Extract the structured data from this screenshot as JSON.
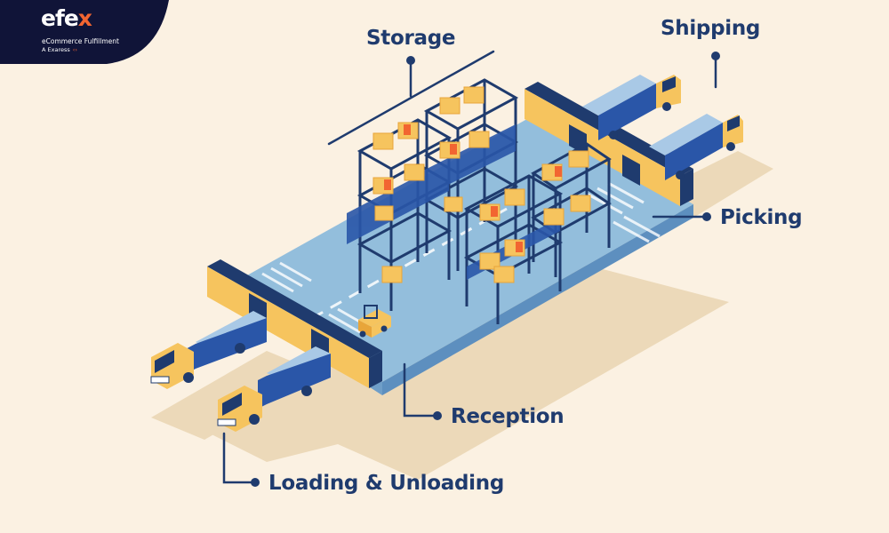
{
  "brand": {
    "name_main": "efe",
    "name_accent": "x",
    "tagline": "eCommerce Fulfillment",
    "sub": "A Exaress",
    "sub_mark": "‹›"
  },
  "labels": {
    "storage": "Storage",
    "shipping": "Shipping",
    "picking": "Picking",
    "reception": "Reception",
    "loading": "Loading & Unloading"
  },
  "colors": {
    "background": "#fbf1e2",
    "navy": "#1f3b6e",
    "brand_navy": "#101438",
    "accent_orange": "#f26531",
    "floor_blue": "#93bedc",
    "rack_blue": "#2a56a8",
    "box_yellow": "#f6c45e",
    "shadow": "#ecd9b9"
  }
}
